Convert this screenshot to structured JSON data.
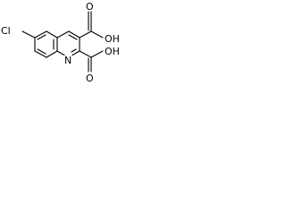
{
  "molecule": {
    "atoms": {
      "chlorine": "Cl",
      "ring_nitrogen": "N",
      "upper_carbonyl_oxygen": "O",
      "upper_hydroxyl": "OH",
      "lower_carbonyl_oxygen": "O",
      "lower_hydroxyl": "OH"
    }
  }
}
